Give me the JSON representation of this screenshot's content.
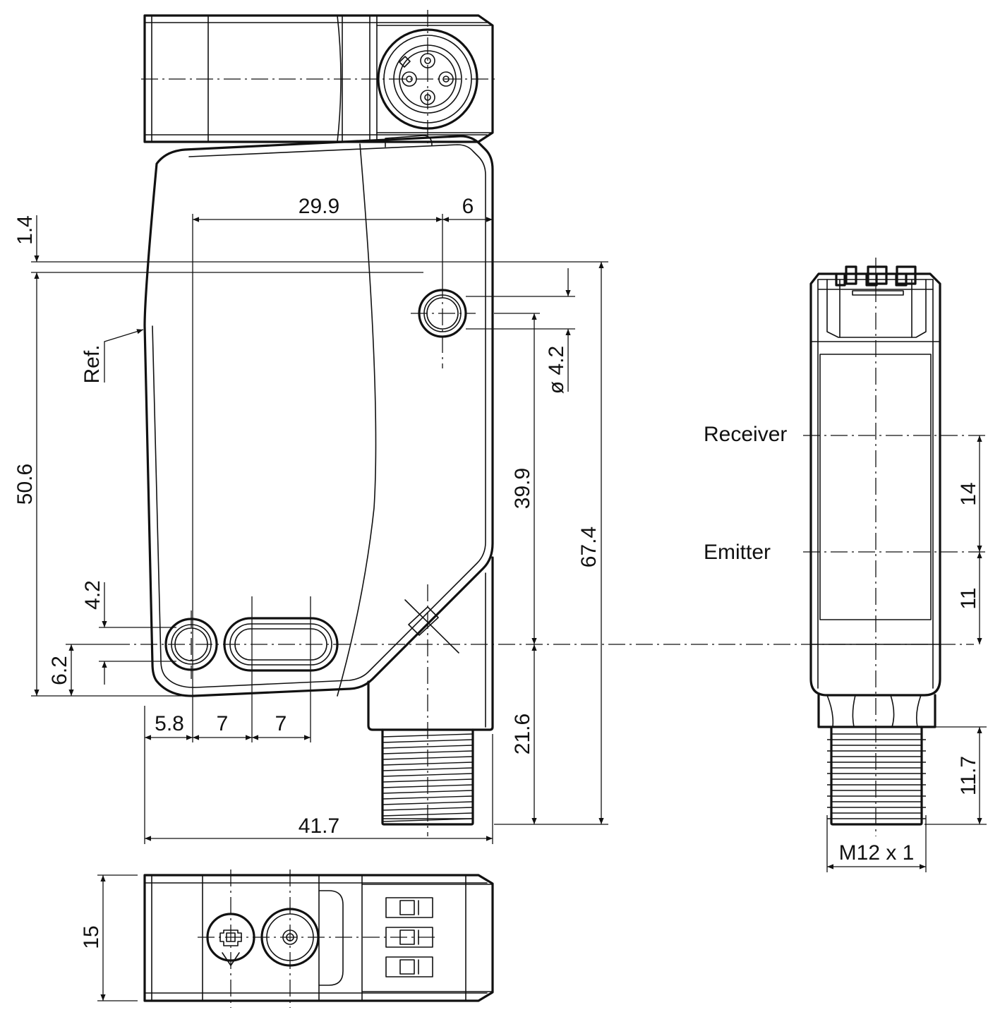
{
  "dimensions": {
    "top_offset": "1.4",
    "width_29_9": "29.9",
    "width_6": "6",
    "height_50_6": "50.6",
    "hole_diameter": "ø 4.2",
    "height_39_9": "39.9",
    "height_67_4": "67.4",
    "height_4_2": "4.2",
    "height_6_2": "6.2",
    "width_5_8": "5.8",
    "slot_width_1": "7",
    "slot_width_2": "7",
    "height_21_6": "21.6",
    "total_width": "41.7",
    "depth_15": "15",
    "optic_spacing_14": "14",
    "optic_spacing_11": "11",
    "connector_length": "11.7",
    "thread_size": "M12 x 1"
  },
  "labels": {
    "reference": "Ref.",
    "receiver": "Receiver",
    "emitter": "Emitter"
  }
}
